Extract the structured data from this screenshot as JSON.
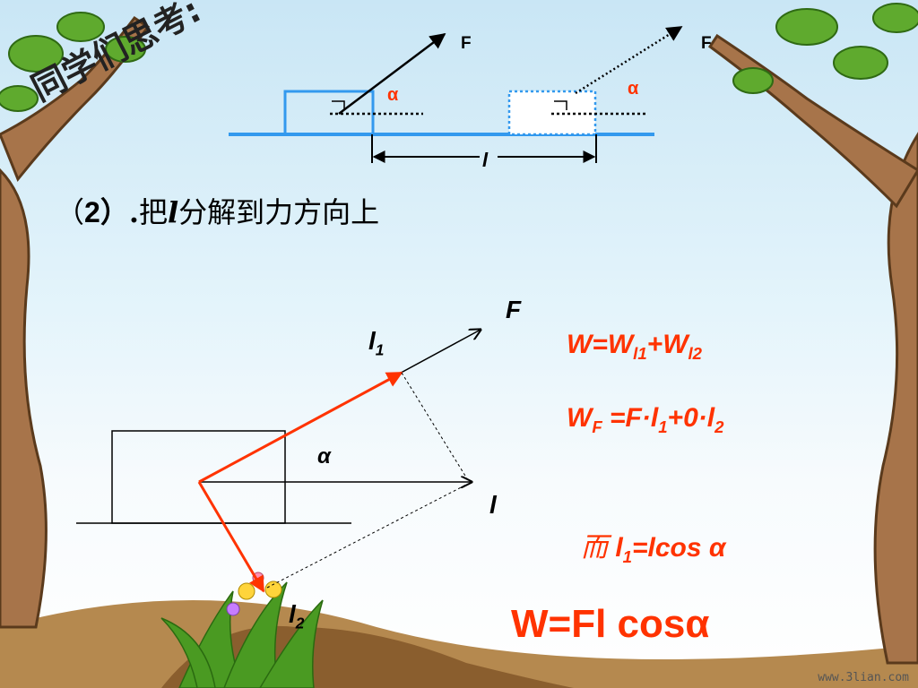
{
  "heading": "同学们思考:",
  "top_diagram": {
    "force_label_1": "F",
    "force_label_2": "F",
    "angle_label_1": "α",
    "angle_label_2": "α",
    "displacement_label": "l"
  },
  "step": {
    "prefix": "（",
    "number": "2",
    "suffix": "）.",
    "text_before": "把",
    "var": "l",
    "text_after": "分解到力方向上"
  },
  "main_diagram": {
    "force_label": "F",
    "l1_base": "l",
    "l1_sub": "1",
    "alpha_label": "α",
    "l_label": "l",
    "l2_base": "l",
    "l2_sub": "2"
  },
  "equations": {
    "eq1": {
      "a": "W=W",
      "s1": "l1",
      "b": "+W",
      "s2": "l2"
    },
    "eq2": {
      "a": "W",
      "s1": "F",
      "b": " =F·l",
      "s2": "1",
      "c": "+0·l",
      "s3": "2"
    },
    "eq3": {
      "er": "而",
      "a": " l",
      "s1": "1",
      "b": "=lcos α"
    },
    "final": "W=Fl cosα"
  },
  "watermark": "www.3lian.com",
  "colors": {
    "accent": "#ff3300",
    "ground_line": "#3399ee",
    "text": "#000000"
  }
}
